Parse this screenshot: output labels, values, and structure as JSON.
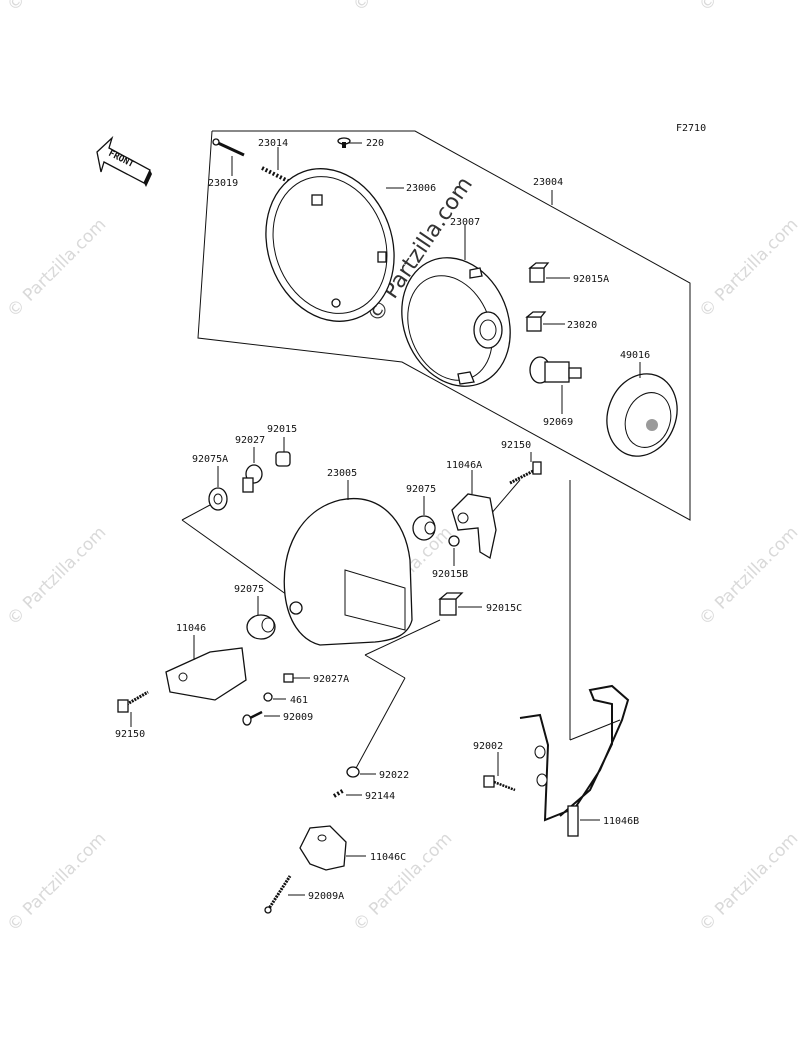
{
  "figure_code": "F2710",
  "front_label": "FRONT",
  "watermark": "© Partzilla.com",
  "parts": {
    "p23019": "23019",
    "p23014": "23014",
    "p220": "220",
    "p23006": "23006",
    "p23004": "23004",
    "p23007": "23007",
    "p92015A": "92015A",
    "p23020": "23020",
    "p49016": "49016",
    "p92069": "92069",
    "p92015": "92015",
    "p92027": "92027",
    "p92075A": "92075A",
    "p23005": "23005",
    "p92150a": "92150",
    "p11046A": "11046A",
    "p92075a": "92075",
    "p92015B": "92015B",
    "p92075b": "92075",
    "p92015C": "92015C",
    "p11046": "11046",
    "p92027A": "92027A",
    "p461": "461",
    "p92009": "92009",
    "p92150b": "92150",
    "p92002": "92002",
    "p11046B": "11046B",
    "p92022": "92022",
    "p92144": "92144",
    "p11046C": "11046C",
    "p92009A": "92009A"
  }
}
